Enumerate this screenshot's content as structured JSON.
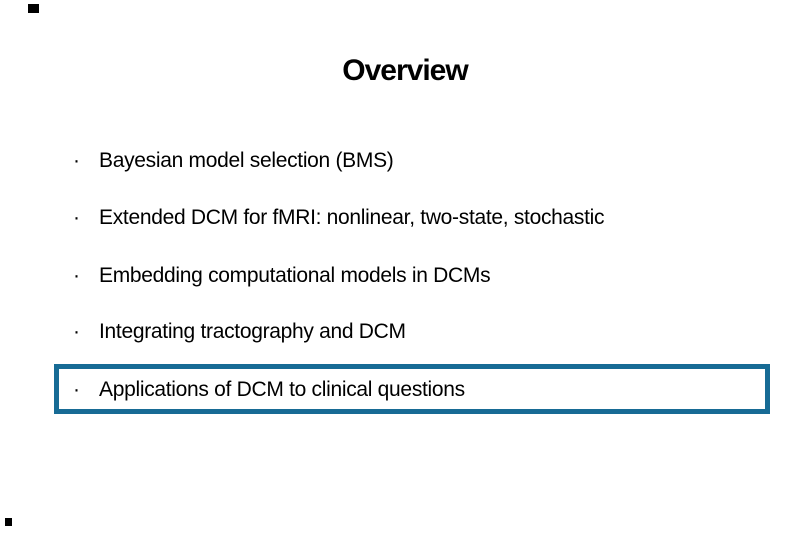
{
  "slide": {
    "title": "Overview",
    "bullet_char": "·",
    "bullets": [
      {
        "text": "Bayesian model selection (BMS)"
      },
      {
        "text": "Extended DCM for fMRI: nonlinear, two-state, stochastic"
      },
      {
        "text": "Embedding computational models in DCMs"
      },
      {
        "text": "Integrating tractography and DCM"
      },
      {
        "text": "Applications of DCM to clinical questions"
      }
    ],
    "highlighted_index": 4,
    "colors": {
      "background": "#FFFFFF",
      "text": "#000000",
      "highlight_border": "#176B95"
    }
  }
}
